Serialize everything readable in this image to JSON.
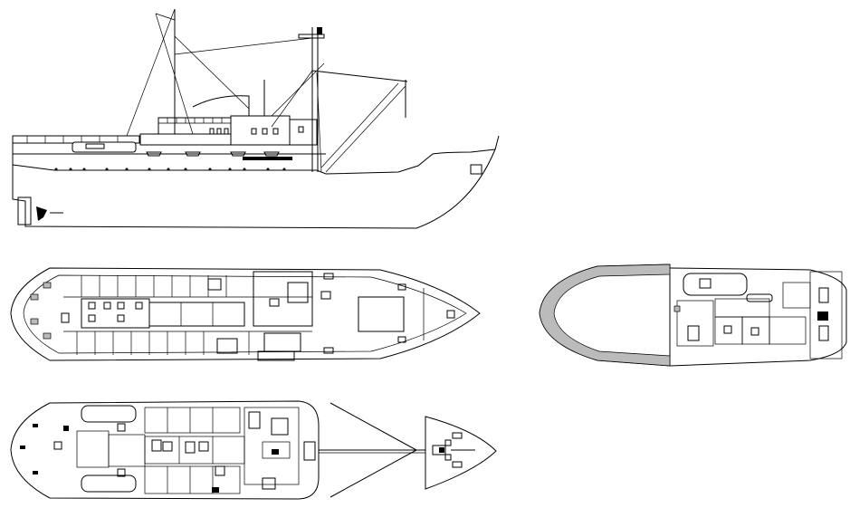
{
  "drawing": {
    "views": [
      {
        "name": "side-elevation"
      },
      {
        "name": "main-deck-plan"
      },
      {
        "name": "bow-deck-plan"
      },
      {
        "name": "lower-deck-plan"
      },
      {
        "name": "bow-extension-plan"
      }
    ]
  }
}
